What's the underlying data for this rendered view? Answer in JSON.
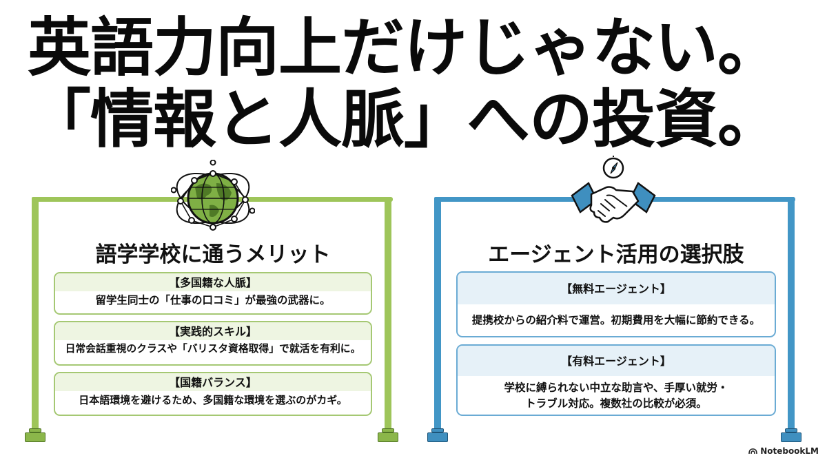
{
  "headline": {
    "line1": "英語力向上だけじゃない。",
    "line2": "「情報と人脈」への投資。"
  },
  "left_panel": {
    "icon": "globe-network-icon",
    "accent": "#9ec55a",
    "title": "語学学校に通うメリット",
    "cards": [
      {
        "head": "【多国籍な人脈】",
        "body": "留学生同士の「仕事の口コミ」が最強の武器に。"
      },
      {
        "head": "【実践的スキル】",
        "body": "日常会話重視のクラスや「バリスタ資格取得」で就活を有利に。"
      },
      {
        "head": "【国籍バランス】",
        "body": "日本語環境を避けるため、多国籍な環境を選ぶのがカギ。"
      }
    ]
  },
  "right_panel": {
    "icon": "handshake-compass-icon",
    "accent": "#4296c6",
    "title": "エージェント活用の選択肢",
    "cards": [
      {
        "head": "【無料エージェント】",
        "body": "提携校からの紹介料で運営。初期費用を大幅に節約できる。"
      },
      {
        "head": "【有料エージェント】",
        "body_line1": "学校に縛られない中立な助言や、手厚い就労・",
        "body_line2": "トラブル対応。複数社の比較が必須。"
      }
    ]
  },
  "brand": {
    "icon": "notebooklm-logo-icon",
    "label": "NotebookLM"
  }
}
